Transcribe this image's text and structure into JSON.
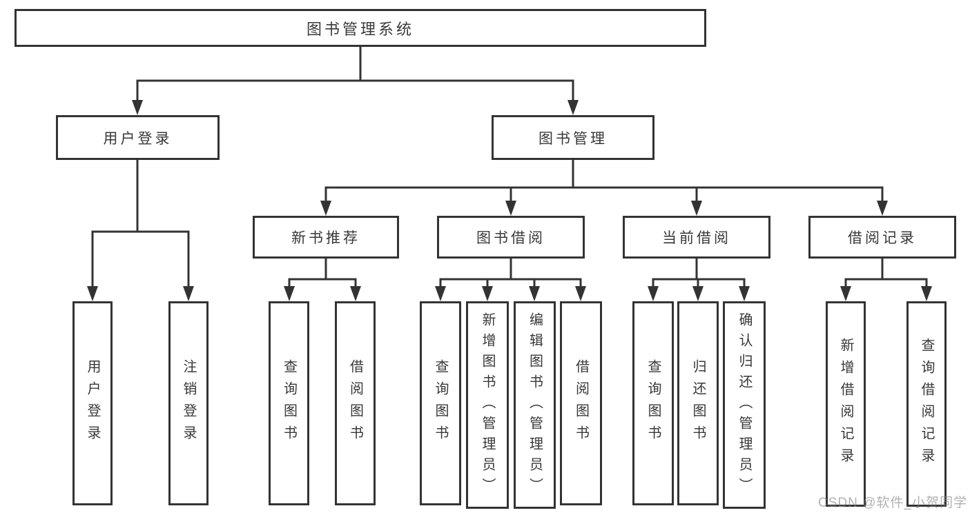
{
  "tree": {
    "root": "图书管理系统",
    "children": [
      {
        "label": "用户登录",
        "children": [
          {
            "label": "用户登录"
          },
          {
            "label": "注销登录"
          }
        ]
      },
      {
        "label": "图书管理",
        "children": [
          {
            "label": "新书推荐",
            "children": [
              {
                "label": "查询图书"
              },
              {
                "label": "借阅图书"
              }
            ]
          },
          {
            "label": "图书借阅",
            "children": [
              {
                "label": "查询图书"
              },
              {
                "label": "新增图书（管理员）"
              },
              {
                "label": "编辑图书（管理员）"
              },
              {
                "label": "借阅图书"
              }
            ]
          },
          {
            "label": "当前借阅",
            "children": [
              {
                "label": "查询图书"
              },
              {
                "label": "归还图书"
              },
              {
                "label": "确认归还（管理员）"
              }
            ]
          },
          {
            "label": "借阅记录",
            "children": [
              {
                "label": "新增借阅记录"
              },
              {
                "label": "查询借阅记录"
              }
            ]
          }
        ]
      }
    ]
  },
  "watermark": "CSDN @软件_小贺同学",
  "colors": {
    "line": "#333333",
    "box_border": "#333333",
    "box_fill": "#ffffff",
    "text": "#383838",
    "watermark": "#9b9b9b"
  }
}
